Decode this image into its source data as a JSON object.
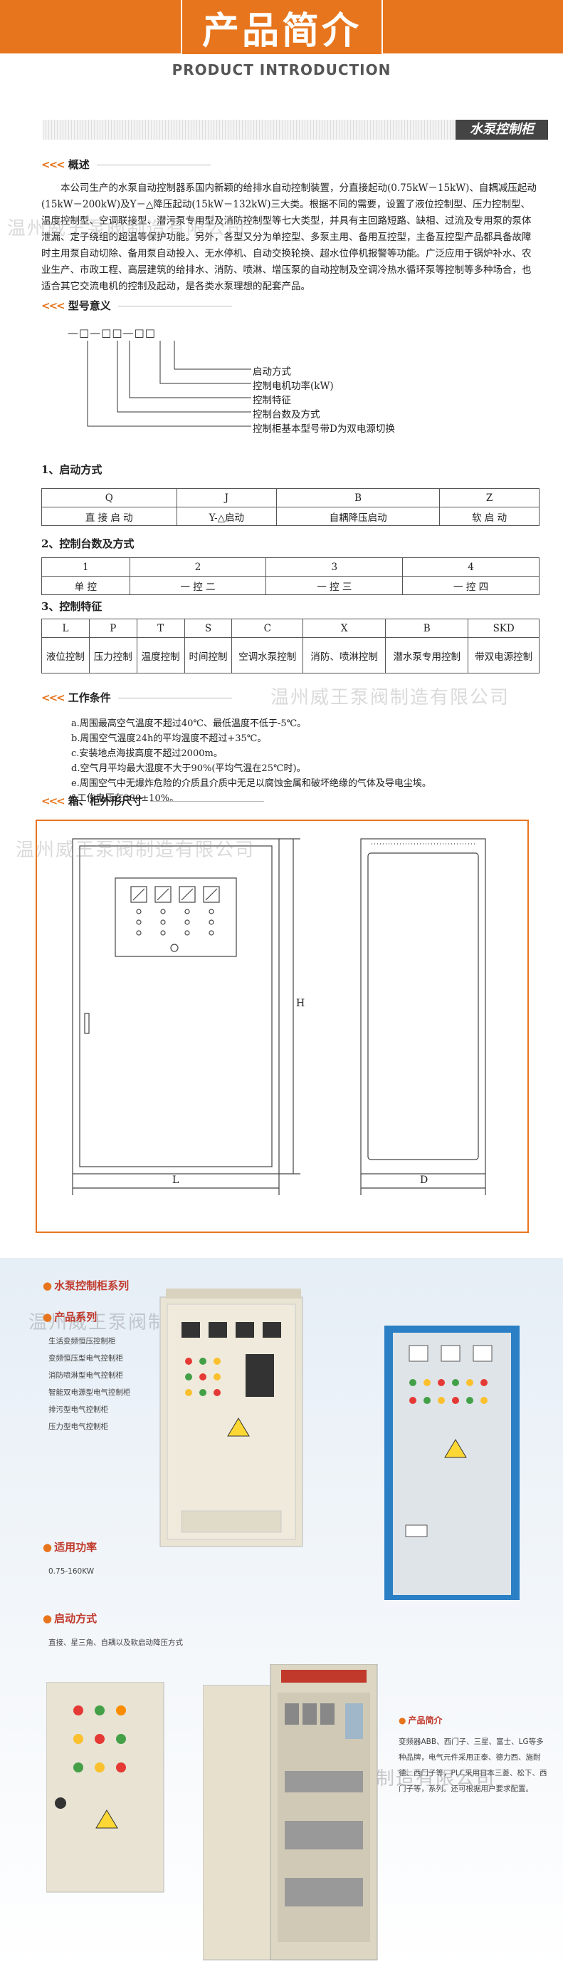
{
  "header": {
    "title": "产品简介",
    "subtitle": "PRODUCT INTRODUCTION",
    "banner": "水泵控制柜"
  },
  "overview": {
    "label": "概述",
    "text": "本公司生产的水泵自动控制器系国内新颖的给排水自动控制装置，分直接起动(0.75kW－15kW)、自耦减压起动(15kW－200kW)及Y－△降压起动(15kW－132kW)三大类。根据不同的需要，设置了液位控制型、压力控制型、温度控制型、空调联接型、潜污泵专用型及消防控制型等七大类型，并具有主回路短路、缺相、过流及专用泵的泵体泄漏、定子绕组的超温等保护功能。另外，各型又分为单控型、多泵主用、备用互控型，主备互控型产品都具备故障时主用泵自动切除、备用泵自动投入、无水停机、自动交换轮换、超水位停机报警等功能。广泛应用于锅炉补水、农业生产、市政工程、高层建筑的给排水、消防、喷淋、增压泵的自动控制及空调冷热水循环泵等控制等多种场合，也适合其它交流电机的控制及起动，是各类水泵理想的配套产品。"
  },
  "model": {
    "label": "型号意义",
    "code": "—□—□□—□□",
    "desc": [
      "启动方式",
      "控制电机功率(kW)",
      "控制特征",
      "控制台数及方式",
      "控制柜基本型号带D为双电源切换"
    ]
  },
  "start_mode": {
    "title": "1、启动方式",
    "codes": [
      "Q",
      "J",
      "B",
      "Z"
    ],
    "names": [
      "直 接 启 动",
      "Y-△启动",
      "自耦降压启动",
      "软  启  动"
    ]
  },
  "count_mode": {
    "title": "2、控制台数及方式",
    "codes": [
      "1",
      "2",
      "3",
      "4"
    ],
    "names": [
      "单  控",
      "一 控 二",
      "一 控 三",
      "一 控 四"
    ]
  },
  "features": {
    "title": "3、控制特征",
    "codes": [
      "L",
      "P",
      "T",
      "S",
      "C",
      "X",
      "B",
      "SKD"
    ],
    "names": [
      "液位控制",
      "压力控制",
      "温度控制",
      "时间控制",
      "空调水泵控制",
      "消防、喷淋控制",
      "潜水泵专用控制",
      "带双电源控制"
    ]
  },
  "conditions": {
    "label": "工作条件",
    "items": [
      "a.周围最高空气温度不超过40℃、最低温度不低于-5℃。",
      "b.周围空气温度24h的平均温度不超过+35℃。",
      "c.安装地点海拔高度不超过2000m。",
      "d.空气月平均最大湿度不大于90%(平均气温在25℃时)。",
      "e.周围空气中无爆炸危险的介质且介质中无足以腐蚀金属和破坏绝缘的气体及导电尘埃。",
      "f.工作电压在380±10%。"
    ]
  },
  "dimensions": {
    "label": "箱、柜外形尺寸",
    "h": "H",
    "l": "L",
    "d": "D"
  },
  "watermark": "温州威王泵阀制造有限公司",
  "showcase": {
    "series_title": "水泵控制柜系列",
    "category_title": "产品系列",
    "categories": [
      "生活变频恒压控制柜",
      "变频恒压型电气控制柜",
      "消防喷淋型电气控制柜",
      "智能双电源型电气控制柜",
      "排污型电气控制柜",
      "压力型电气控制柜"
    ],
    "power_title": "适用功率",
    "power_value": "0.75-160KW",
    "start_title": "启动方式",
    "start_value": "直接、星三角、自耦以及软启动降压方式",
    "intro_title": "产品简介",
    "intro_text": "变频器ABB、西门子、三星、富士、LG等多种品牌，电气元件采用正泰、德力西、施耐德、西门子等，PLC采用日本三菱、松下、西门子等，系列。还可根据用户要求配置。"
  }
}
